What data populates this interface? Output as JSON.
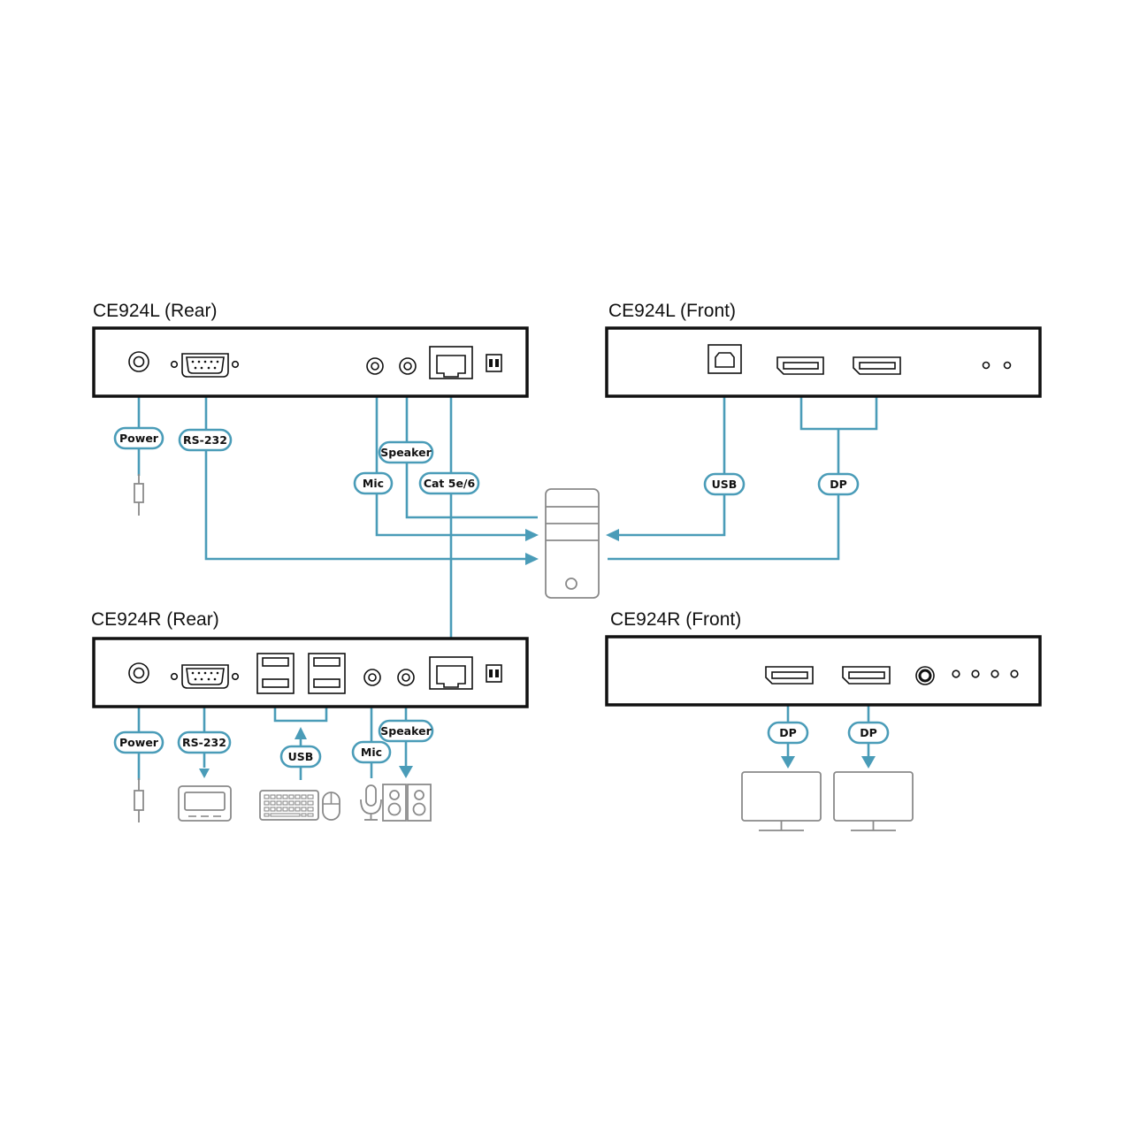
{
  "units": {
    "ce924l_rear": "CE924L (Rear)",
    "ce924l_front": "CE924L (Front)",
    "ce924r_rear": "CE924R (Rear)",
    "ce924r_front": "CE924R (Front)"
  },
  "labels": {
    "power": "Power",
    "rs232": "RS-232",
    "speaker": "Speaker",
    "mic": "Mic",
    "cat": "Cat 5e/6",
    "usb": "USB",
    "dp": "DP"
  },
  "colors": {
    "accent": "#4a9cb8",
    "device_outline": "#111111",
    "peripheral": "#8a8a8a"
  },
  "icons": [
    "power-plug-icon",
    "computer-tower-icon",
    "rs232-terminal-icon",
    "keyboard-icon",
    "mouse-icon",
    "microphone-icon",
    "speaker-icon",
    "monitor-icon"
  ]
}
